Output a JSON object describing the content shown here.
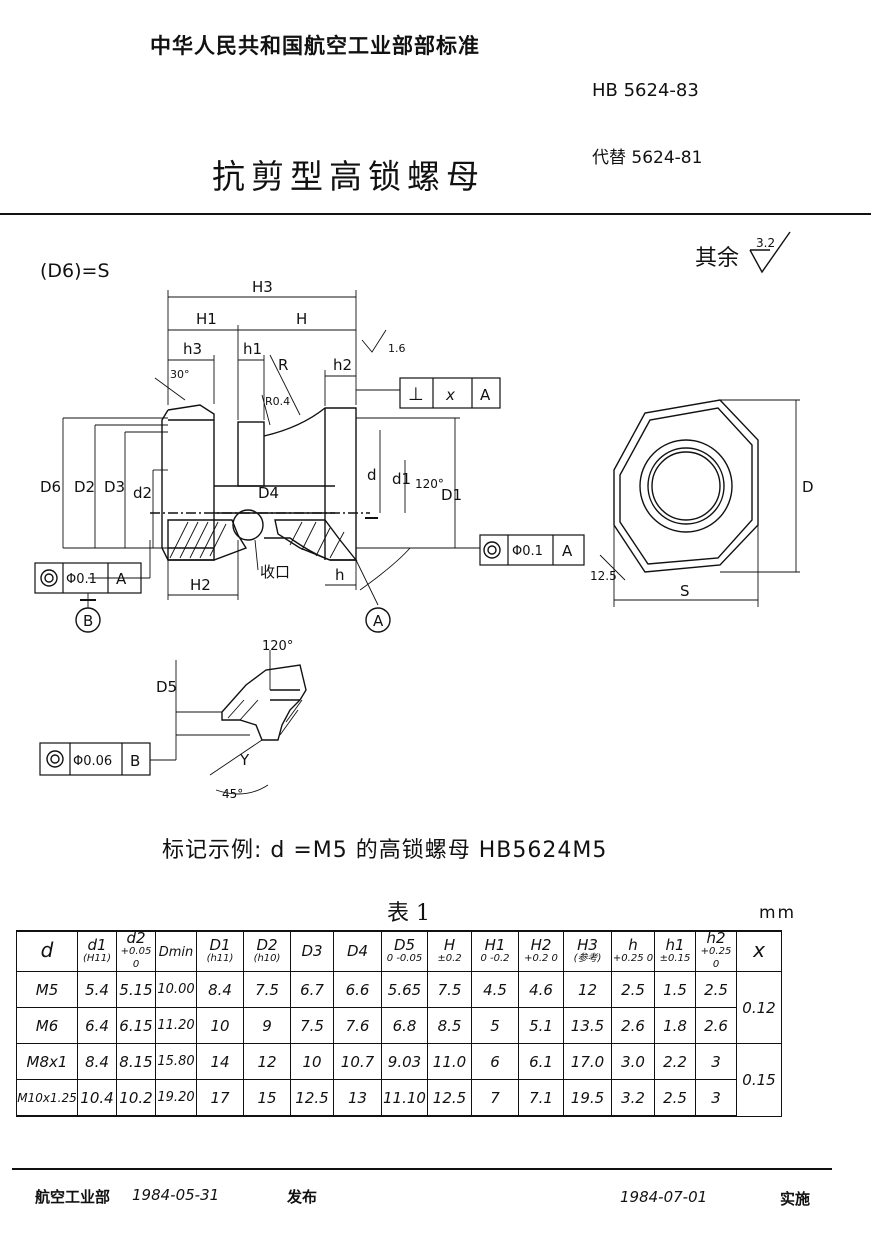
{
  "header": {
    "org": "中华人民共和国航空工业部部标准",
    "standard_no": "HB 5624-83",
    "replaces": "代替 5624-81",
    "title": "抗剪型高锁螺母"
  },
  "drawing": {
    "d6_note": "(D6)=S",
    "roughness_label": "其余",
    "roughness_value": "3.2",
    "dims": {
      "H3": "H3",
      "H1": "H1",
      "H": "H",
      "h3": "h3",
      "h1": "h1",
      "R": "R",
      "h2": "h2",
      "R04": "R0.4",
      "ang30": "30°",
      "ang120": "120°",
      "rough16": "1.6",
      "D6": "D6",
      "D2": "D2",
      "D3": "D3",
      "d2": "d2",
      "D4": "D4",
      "d": "d",
      "d1": "d1",
      "D1": "D1",
      "H2": "H2",
      "h": "h",
      "shoukou": "收口",
      "D": "D",
      "S": "S",
      "c125": "12.5",
      "D5": "D5",
      "Y": "Y",
      "ang45": "45°",
      "ang120b": "120°"
    },
    "frames": {
      "perp_symbol": "⊥",
      "perp_tol": "x",
      "perp_datum": "A",
      "conc_tol_a": "Φ0.1",
      "conc_datum_a": "A",
      "conc_tol_b": "Φ0.1",
      "conc_datum_b": "A",
      "conc_tol_c": "Φ0.06",
      "conc_datum_c": "B"
    },
    "datums": {
      "A": "A",
      "B": "B"
    }
  },
  "example": "标记示例: d =M5 的高锁螺母 HB5624M5",
  "table": {
    "title": "表 1",
    "unit": "mm",
    "headers": [
      {
        "main": "d",
        "sub": ""
      },
      {
        "main": "d1",
        "sub": "(H11)"
      },
      {
        "main": "d2",
        "sub": "+0.05 0"
      },
      {
        "main": "Dmin",
        "sub": ""
      },
      {
        "main": "D1",
        "sub": "(h11)"
      },
      {
        "main": "D2",
        "sub": "(h10)"
      },
      {
        "main": "D3",
        "sub": ""
      },
      {
        "main": "D4",
        "sub": ""
      },
      {
        "main": "D5",
        "sub": "0 -0.05"
      },
      {
        "main": "H",
        "sub": "±0.2"
      },
      {
        "main": "H1",
        "sub": "0 -0.2"
      },
      {
        "main": "H2",
        "sub": "+0.2 0"
      },
      {
        "main": "H3",
        "sub": "(参考)"
      },
      {
        "main": "h",
        "sub": "+0.25 0"
      },
      {
        "main": "h1",
        "sub": "±0.15"
      },
      {
        "main": "h2",
        "sub": "+0.25 0"
      },
      {
        "main": "x",
        "sub": ""
      }
    ],
    "rows": [
      [
        "M5",
        "5.4",
        "5.15",
        "10.00",
        "8.4",
        "7.5",
        "6.7",
        "6.6",
        "5.65",
        "7.5",
        "4.5",
        "4.6",
        "12",
        "2.5",
        "1.5",
        "2.5"
      ],
      [
        "M6",
        "6.4",
        "6.15",
        "11.20",
        "10",
        "9",
        "7.5",
        "7.6",
        "6.8",
        "8.5",
        "5",
        "5.1",
        "13.5",
        "2.6",
        "1.8",
        "2.6"
      ],
      [
        "M8x1",
        "8.4",
        "8.15",
        "15.80",
        "14",
        "12",
        "10",
        "10.7",
        "9.03",
        "11.0",
        "6",
        "6.1",
        "17.0",
        "3.0",
        "2.2",
        "3"
      ],
      [
        "M10x1.25",
        "10.4",
        "10.2",
        "19.20",
        "17",
        "15",
        "12.5",
        "13",
        "11.10",
        "12.5",
        "7",
        "7.1",
        "19.5",
        "3.2",
        "2.5",
        "3"
      ]
    ],
    "x_values": [
      "0.12",
      "0.15"
    ]
  },
  "footer": {
    "publisher": "航空工业部",
    "publish_date": "1984-05-31",
    "publish_word": "发布",
    "effective_date": "1984-07-01",
    "effective_word": "实施"
  }
}
